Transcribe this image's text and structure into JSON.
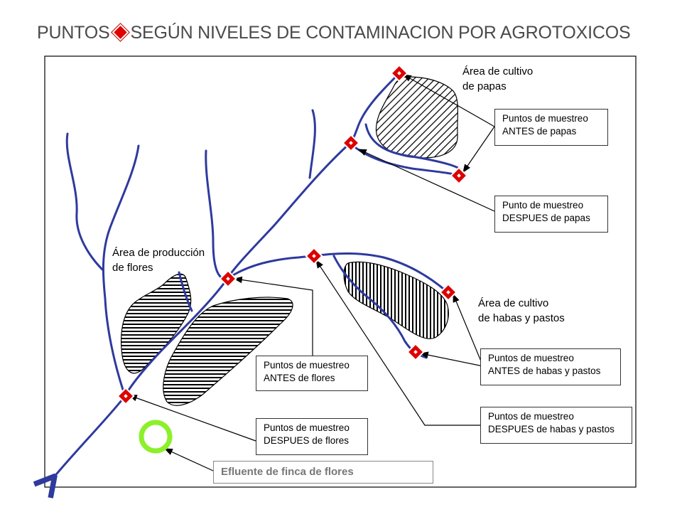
{
  "title": {
    "prefix": "PUNTOS",
    "suffix": "SEGÚN NIVELES DE CONTAMINACION POR AGROTOXICOS",
    "marker_icon": "red-diamond-icon"
  },
  "areas": {
    "papas": [
      "Área de cultivo",
      "de papas"
    ],
    "flores": [
      "Área de producción",
      "de flores"
    ],
    "habas": [
      "Área de cultivo",
      "de habas y pastos"
    ]
  },
  "boxes": {
    "antes_papas": [
      "Puntos de muestreo",
      "ANTES de papas"
    ],
    "despues_papas": [
      "Punto de muestreo",
      "DESPUES de papas"
    ],
    "antes_flores": [
      "Puntos de muestreo",
      "ANTES de flores"
    ],
    "despues_flores": [
      "Puntos de muestreo",
      "DESPUES de flores"
    ],
    "antes_habas": [
      "Puntos de muestreo",
      "ANTES de habas y pastos"
    ],
    "despues_habas": [
      "Puntos de muestreo",
      "DESPUES de habas y pastos"
    ]
  },
  "effluent": "Efluente de finca de flores",
  "colors": {
    "river": "#2e3a9e",
    "marker": "#dd0000",
    "effluent_ring": "#8cf02a",
    "title": "#4a4a4a"
  }
}
